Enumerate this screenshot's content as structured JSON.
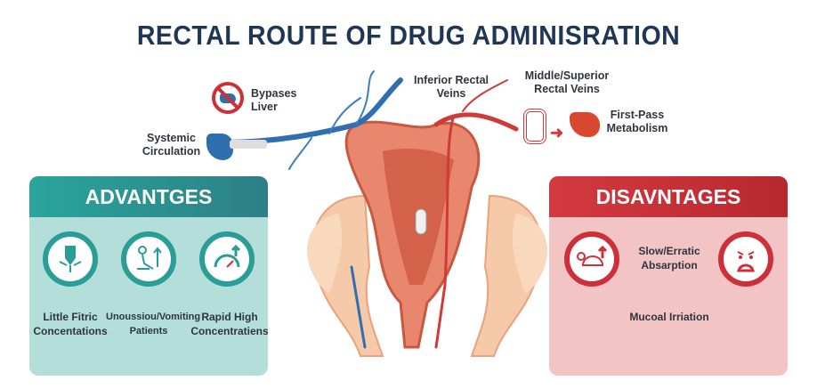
{
  "title": "RECTAL ROUTE OF DRUG ADMINISRATION",
  "labels": {
    "bypass": "Bypases Liver",
    "systemic": "Systemic Circulation",
    "inferior": "Inferior Rectal Veins",
    "middle": "Middle/Superior Rectal Veins",
    "firstpass": "First-Pass Metabolism"
  },
  "advantages": {
    "header": "ADVANTGES",
    "items": [
      {
        "label": "Little Fitric Concentations",
        "icon": "suppository-icon"
      },
      {
        "label": "Unoussiou/Vomiting Patients",
        "icon": "patient-icon"
      },
      {
        "label": "Rapid High Concentratiens",
        "icon": "gauge-icon"
      }
    ]
  },
  "disadvantages": {
    "header": "DISAVNTAGES",
    "items": [
      {
        "label": "Slow/Erratic Absarption",
        "icon": "turtle-icon"
      },
      {
        "label": "Mucoal Irriation",
        "icon": "distressed-face-icon"
      }
    ]
  },
  "colors": {
    "teal": "#2a9d97",
    "red": "#cc3038",
    "vein_blue": "#2f6fb0",
    "title": "#1f3654"
  }
}
